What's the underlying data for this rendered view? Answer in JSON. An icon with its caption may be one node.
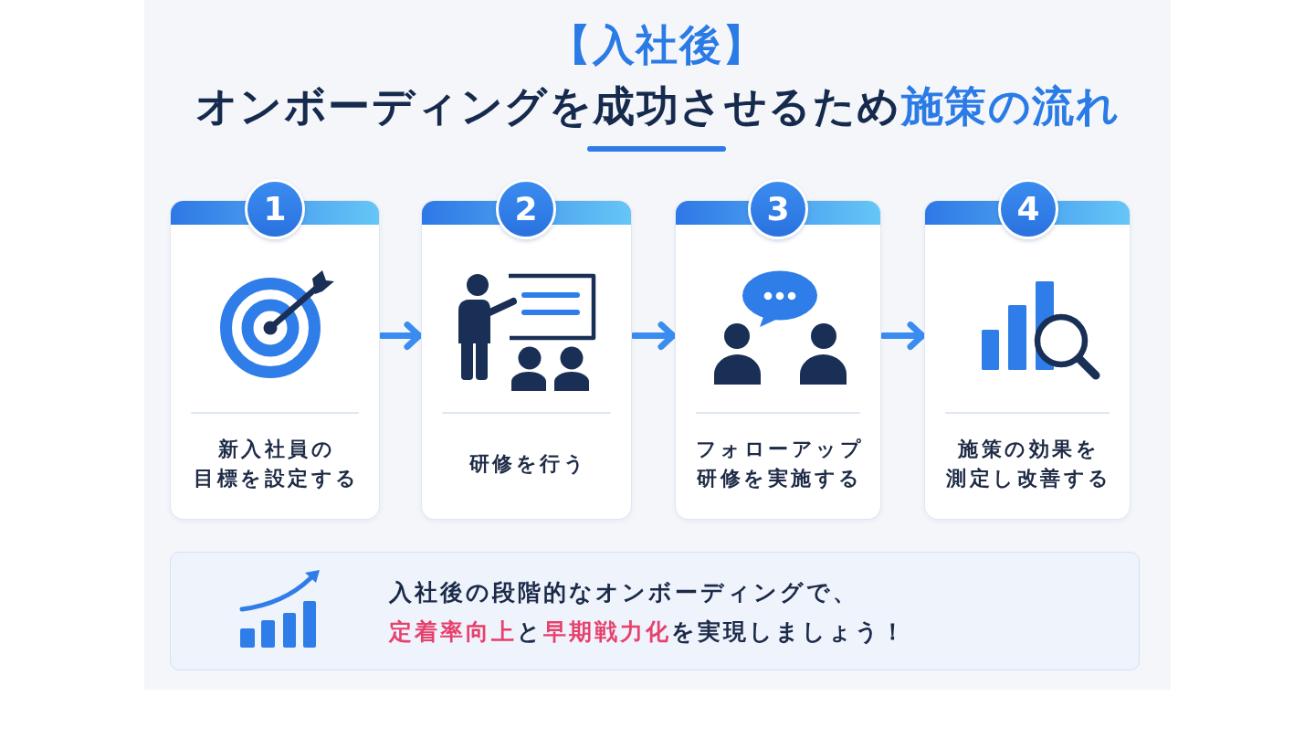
{
  "diagram": {
    "title": "**【入社後】**オンボーディングを成功させるため**施策の流れ**",
    "nodes": [
      {
        "text": [
          "1"
        ]
      },
      {
        "text": [
          "新入社員の目標を設定する"
        ]
      },
      {
        "text": [
          "2"
        ]
      },
      {
        "text": [
          "研修を行う"
        ]
      },
      {
        "text": [
          "3"
        ]
      },
      {
        "text": [
          "フォローアップ研修を実施する"
        ]
      },
      {
        "text": [
          "4"
        ]
      },
      {
        "text": [
          "施策の効果を測定し改善する"
        ]
      },
      {
        "text": [
          "入社後の段階的なオンボーディングで、**定着率向上**と**早期戦力化**を実現しましょう！"
        ]
      }
    ],
    "edges": [
      {
        "from": 1,
        "to": 3,
        "arrow": "to"
      },
      {
        "from": 3,
        "to": 5,
        "arrow": "to"
      },
      {
        "from": 5,
        "to": 7,
        "arrow": "to"
      }
    ]
  }
}
